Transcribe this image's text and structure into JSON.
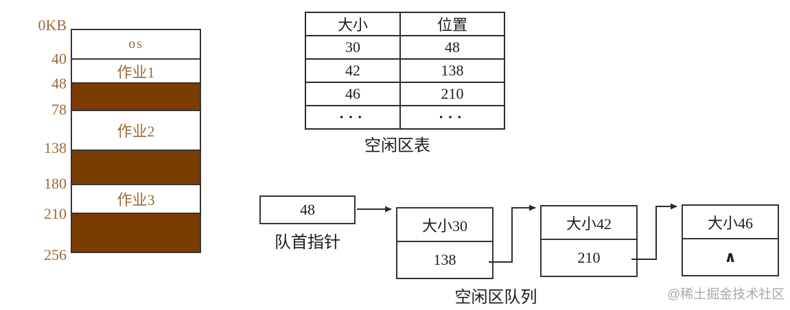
{
  "memory_diagram": {
    "scale_labels": [
      "0KB",
      "40",
      "48",
      "78",
      "138",
      "180",
      "210",
      "256"
    ],
    "segments": [
      {
        "label": "os",
        "type": "used"
      },
      {
        "label": "作业1",
        "type": "used"
      },
      {
        "label": "",
        "type": "free"
      },
      {
        "label": "作业2",
        "type": "used"
      },
      {
        "label": "",
        "type": "free"
      },
      {
        "label": "作业3",
        "type": "used"
      },
      {
        "label": "",
        "type": "free"
      }
    ],
    "free_fill_color": "#7b3c03",
    "label_color": "#9c6a38"
  },
  "free_table": {
    "headers": [
      "大小",
      "位置"
    ],
    "rows": [
      [
        "30",
        "48"
      ],
      [
        "42",
        "138"
      ],
      [
        "46",
        "210"
      ],
      [
        "···",
        "···"
      ]
    ],
    "caption": "空闲区表"
  },
  "free_queue": {
    "head_pointer": {
      "value": "48",
      "label": "队首指针"
    },
    "nodes": [
      {
        "size": "大小30",
        "next": "138"
      },
      {
        "size": "大小42",
        "next": "210"
      },
      {
        "size": "大小46",
        "next": "∧"
      }
    ],
    "caption": "空闲区队列"
  },
  "watermark": "@稀土掘金技术社区"
}
